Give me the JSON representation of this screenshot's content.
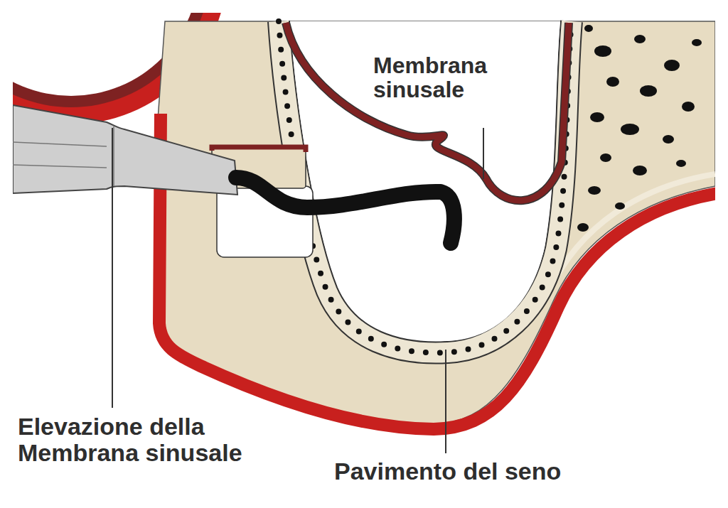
{
  "diagram": {
    "labels": [
      "Membrana sinusale",
      "Elevazione della Membrana sinusale",
      "Pavimento del seno"
    ]
  }
}
